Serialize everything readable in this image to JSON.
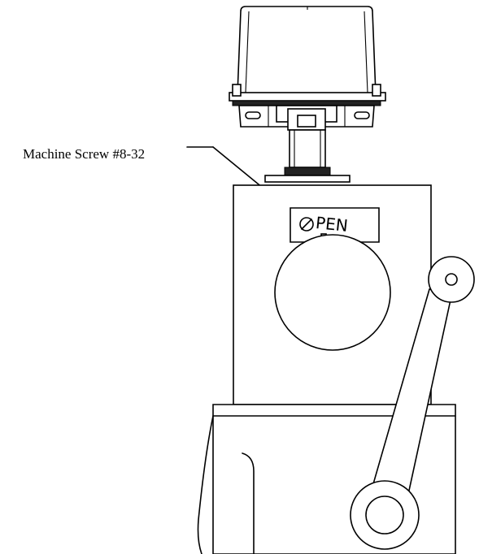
{
  "callout": {
    "text": "Machine Screw #8-32",
    "target": "screw head on valve position indicator"
  },
  "indicator": {
    "label": "PEN"
  }
}
